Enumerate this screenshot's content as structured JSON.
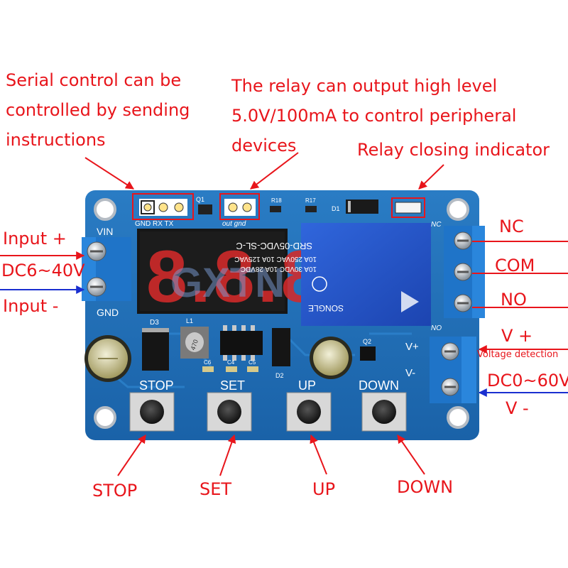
{
  "annotations": {
    "serial": [
      "Serial control can be",
      "controlled by sending",
      "instructions"
    ],
    "relay_output": [
      "The relay can output high level",
      "5.0V/100mA to control peripheral",
      "devices"
    ],
    "relay_indicator": "Relay closing indicator",
    "input_plus": "Input +",
    "dc_range": "DC6~40V",
    "input_minus": "Input -",
    "nc": "NC",
    "com": "COM",
    "no": "NO",
    "v_plus": "V +",
    "voltage_detection": "Voltage detection",
    "dc_detect_range": "DC0~60V",
    "v_minus": "V -",
    "stop": "STOP",
    "set": "SET",
    "up": "UP",
    "down": "DOWN"
  },
  "board": {
    "header_labels": "GND RX TX",
    "q1": "Q1",
    "out_gnd": "out gnd",
    "r18": "R18",
    "r17": "R17",
    "d1": "D1",
    "vin": "VIN",
    "gnd": "GND",
    "nc": "NC",
    "no": "NO",
    "v_plus": "V+",
    "v_minus": "V-",
    "d3": "D3",
    "l1": "L1",
    "inductor": "470",
    "d2": "D2",
    "q2": "Q2",
    "c6": "C6",
    "c4": "C4",
    "c5": "C5",
    "btn_stop": "STOP",
    "btn_set": "SET",
    "btn_up": "UP",
    "btn_down": "DOWN",
    "relay_lines": [
      "SRD-05VDC-SL-C",
      "10A 250VAC 10A 125VAC",
      "10A 30VDC 10A 28VDC"
    ],
    "relay_brand": "SONGLE",
    "display": "8.8.8.",
    "watermark": "GXTN"
  },
  "colors": {
    "annotation_red": "#e8151b",
    "annotation_blue": "#1a2fd0",
    "pcb_blue": "#1f6fb5",
    "relay_blue": "#2050c8",
    "terminal_blue": "#1f74c8",
    "display_digit": "#d42a2a"
  }
}
